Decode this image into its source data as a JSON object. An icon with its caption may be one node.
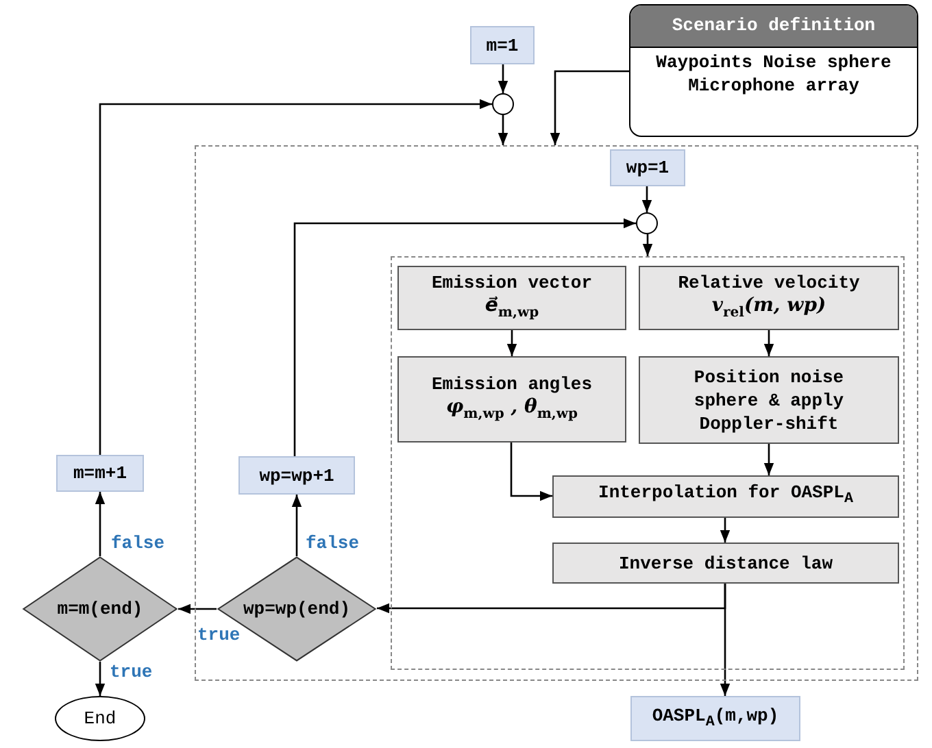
{
  "diagram": {
    "nodes": [
      {
        "text": [
          "m=1"
        ]
      },
      {
        "text": [
          "Scenario definition",
          "Waypoints Noise sphere Microphone array"
        ]
      },
      {
        "text": [],
        "shape": "circle"
      },
      {
        "text": [],
        "shape": "box"
      },
      {
        "text": [
          "wp=1"
        ],
        "in": 3
      },
      {
        "text": [],
        "shape": "circle",
        "in": 3
      },
      {
        "text": [],
        "shape": "box",
        "in": 3
      },
      {
        "text": [
          "Emission vector",
          "e⃗$_{m,wp}$"
        ],
        "in": 6
      },
      {
        "text": [
          "Relative velocity",
          "v$_{rel}$(m, wp)"
        ],
        "in": 6
      },
      {
        "text": [
          "Emission angles",
          "φ$_{m,wp}$ , θ$_{m,wp}$"
        ],
        "in": 6
      },
      {
        "text": [
          "Position noise sphere & apply Doppler-shift"
        ],
        "in": 6
      },
      {
        "text": [
          "Interpolation for OASPL$_{A}$"
        ],
        "in": 6
      },
      {
        "text": [
          "Inverse distance law"
        ],
        "in": 6
      },
      {
        "text": [
          "wp=wp(end)"
        ],
        "in": 3
      },
      {
        "text": [
          "wp=wp+1"
        ],
        "in": 3
      },
      {
        "text": [
          "m=m(end)"
        ]
      },
      {
        "text": [
          "m=m+1"
        ]
      },
      {
        "text": [
          "End"
        ]
      },
      {
        "text": [
          "OASPL$_{A}$(m,wp)"
        ]
      }
    ],
    "edges": [
      {
        "from": 0,
        "to": 2,
        "arrow": "to"
      },
      {
        "from": 2,
        "to": 3,
        "arrow": "to"
      },
      {
        "from": 1,
        "to": 3,
        "arrow": "to"
      },
      {
        "from": 4,
        "to": 5,
        "arrow": "to"
      },
      {
        "from": 5,
        "to": 6,
        "arrow": "to"
      },
      {
        "from": 7,
        "to": 9,
        "arrow": "to"
      },
      {
        "from": 8,
        "to": 10,
        "arrow": "to"
      },
      {
        "from": 9,
        "to": 11,
        "arrow": "to"
      },
      {
        "from": 10,
        "to": 11,
        "arrow": "to"
      },
      {
        "from": 11,
        "to": 12,
        "arrow": "to"
      },
      {
        "from": 12,
        "to": 13,
        "arrow": "to"
      },
      {
        "from": 12,
        "to": 18,
        "arrow": "to"
      },
      {
        "from": 13,
        "to": 14,
        "label": "false",
        "arrow": "to"
      },
      {
        "from": 14,
        "to": 5,
        "arrow": "to"
      },
      {
        "from": 13,
        "to": 15,
        "label": "true",
        "arrow": "to"
      },
      {
        "from": 15,
        "to": 16,
        "label": "false",
        "arrow": "to"
      },
      {
        "from": 16,
        "to": 2,
        "arrow": "to"
      },
      {
        "from": 15,
        "to": 17,
        "label": "true",
        "arrow": "to"
      }
    ]
  }
}
